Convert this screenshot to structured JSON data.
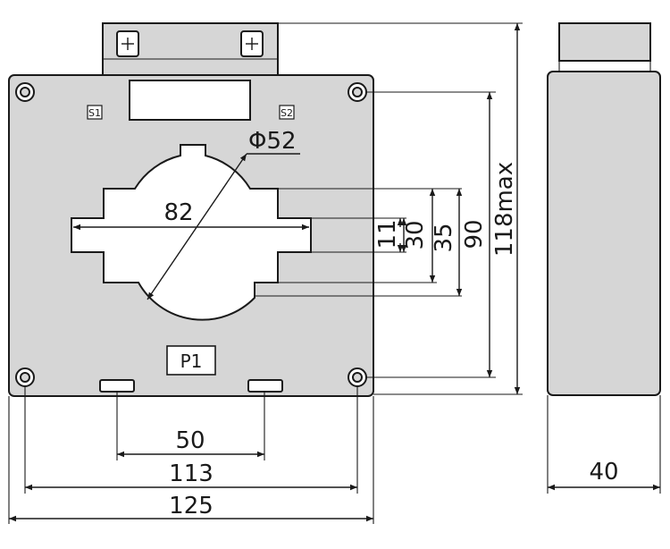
{
  "terminals": {
    "s1": "S1",
    "s2": "S2",
    "p1": "P1"
  },
  "dimensions": {
    "aperture_diameter": "Φ52",
    "aperture_width": "82",
    "slot_11": "11",
    "slot_30": "30",
    "slot_35": "35",
    "height_90": "90",
    "height_max": "118max",
    "mount_spacing": "50",
    "hole_spacing": "113",
    "overall_width": "125",
    "depth": "40"
  }
}
